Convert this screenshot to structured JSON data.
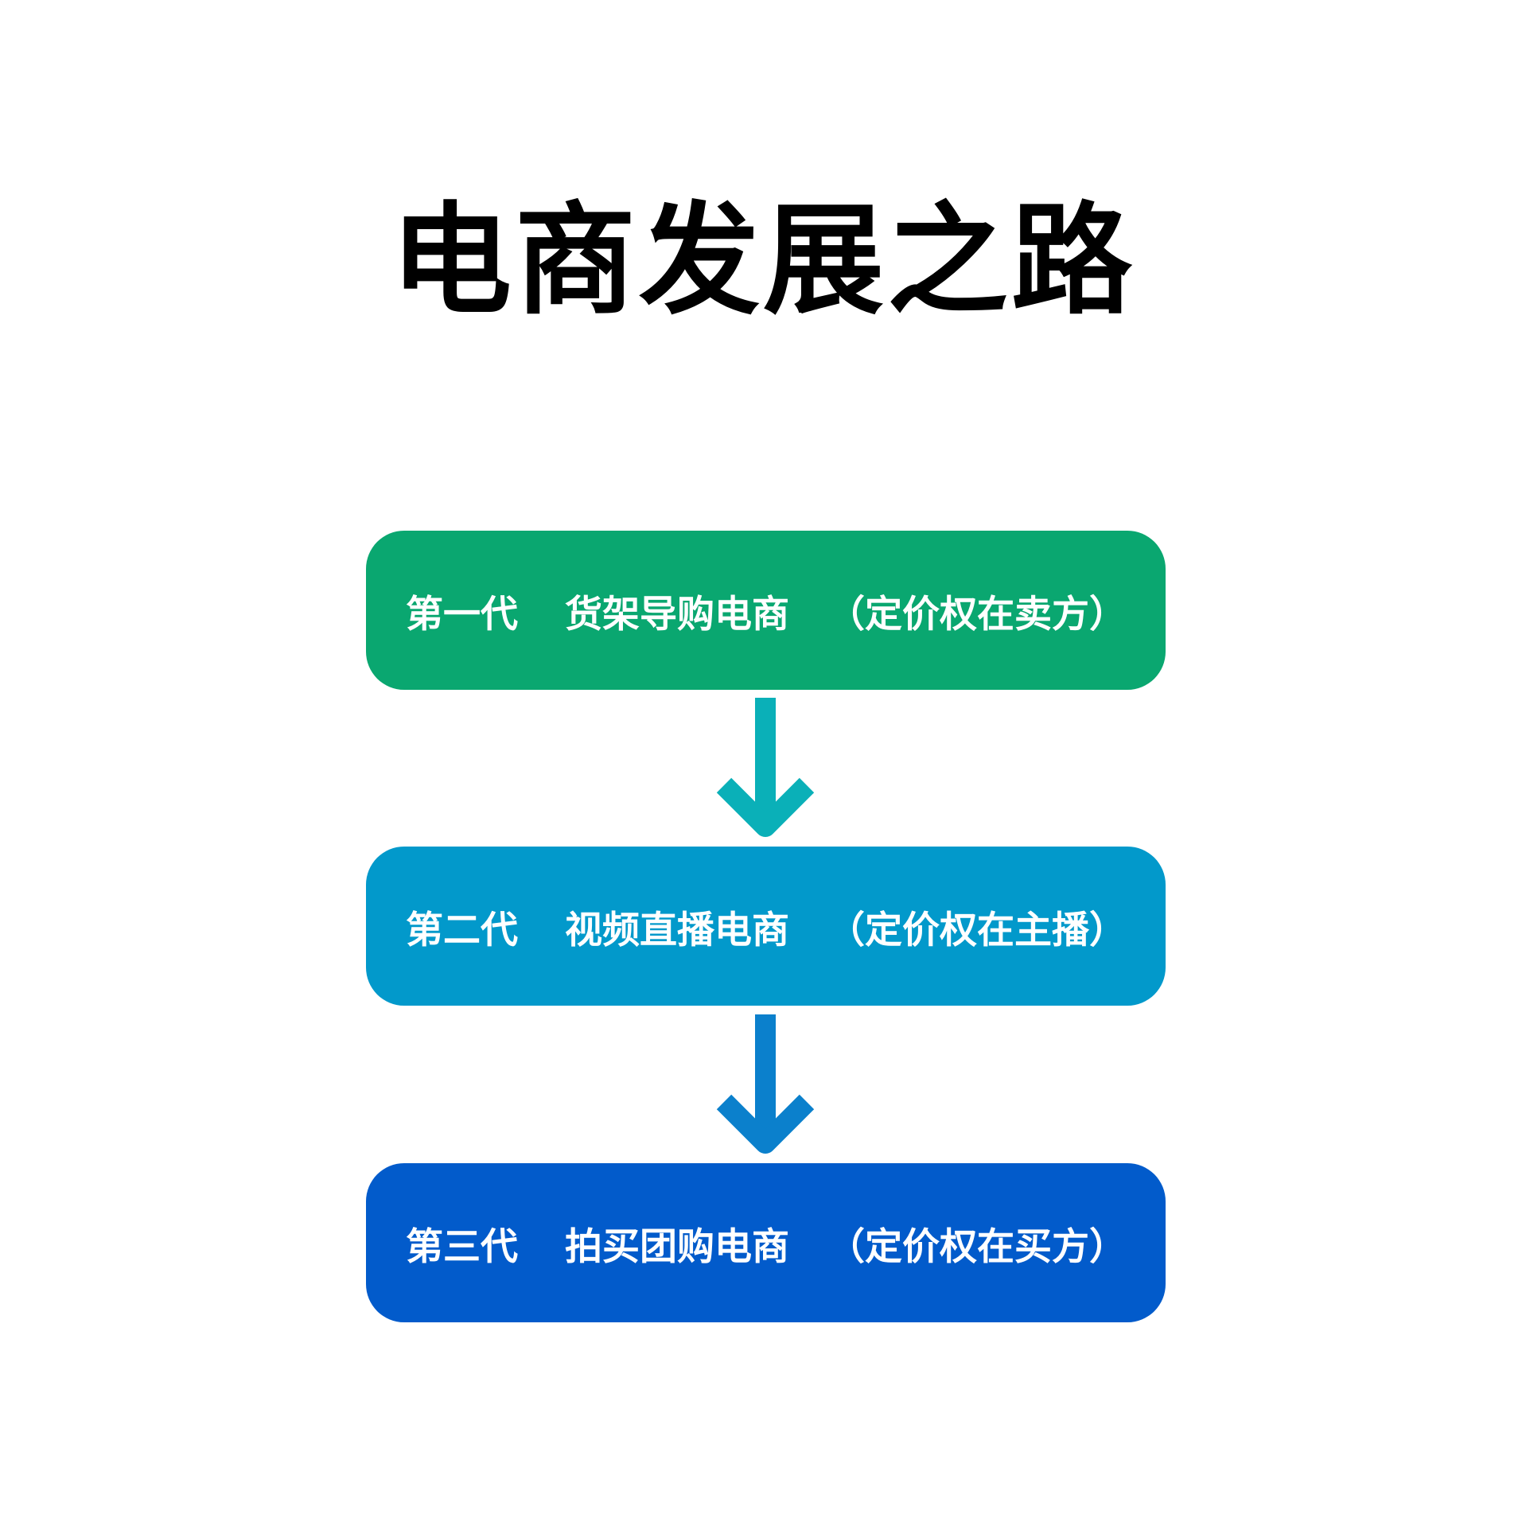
{
  "title": "电商发展之路",
  "steps": [
    {
      "generation": "第一代",
      "name": "货架导购电商",
      "note": "（定价权在卖方）",
      "color": "#0aa770"
    },
    {
      "generation": "第二代",
      "name": "视频直播电商",
      "note": "（定价权在主播）",
      "color": "#0299cb"
    },
    {
      "generation": "第三代",
      "name": "拍买团购电商",
      "note": "（定价权在买方）",
      "color": "#025bcb"
    }
  ],
  "arrows": [
    {
      "icon": "arrow-down-icon",
      "color": "#0ab0b8"
    },
    {
      "icon": "arrow-down-icon",
      "color": "#0b80cc"
    }
  ]
}
